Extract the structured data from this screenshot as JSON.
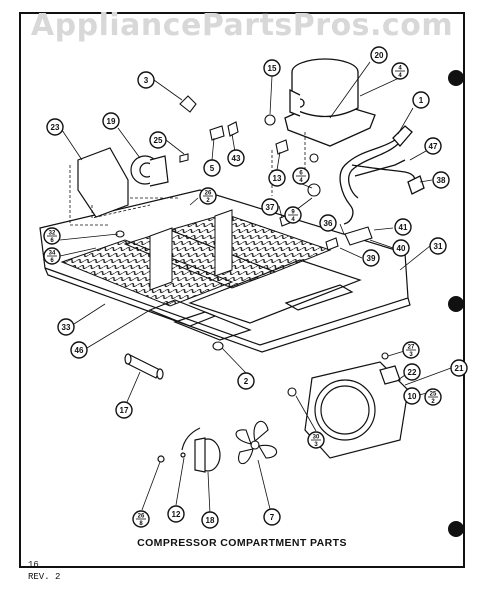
{
  "watermark": "AppliancePartsPros.com",
  "caption": "COMPRESSOR COMPARTMENT PARTS",
  "page_number": "16",
  "revision": "REV. 2",
  "callouts": [
    {
      "id": "c3",
      "label": "3"
    },
    {
      "id": "c15",
      "label": "15"
    },
    {
      "id": "c20",
      "label": "20"
    },
    {
      "id": "c4_4",
      "num": "4",
      "den": "4"
    },
    {
      "id": "c1",
      "label": "1"
    },
    {
      "id": "c23",
      "label": "23"
    },
    {
      "id": "c19",
      "label": "19"
    },
    {
      "id": "c25",
      "label": "25"
    },
    {
      "id": "c5",
      "label": "5"
    },
    {
      "id": "c43",
      "label": "43"
    },
    {
      "id": "c13",
      "label": "13"
    },
    {
      "id": "c6_4",
      "num": "6",
      "den": "4"
    },
    {
      "id": "c47",
      "label": "47"
    },
    {
      "id": "c38",
      "label": "38"
    },
    {
      "id": "c26_2",
      "num": "26",
      "den": "2"
    },
    {
      "id": "c37",
      "label": "37"
    },
    {
      "id": "c9_4",
      "num": "9",
      "den": "4"
    },
    {
      "id": "c36",
      "label": "36"
    },
    {
      "id": "c41",
      "label": "41"
    },
    {
      "id": "c32_6",
      "num": "32",
      "den": "6"
    },
    {
      "id": "c34_6",
      "num": "34",
      "den": "6"
    },
    {
      "id": "c40",
      "label": "40"
    },
    {
      "id": "c31",
      "label": "31"
    },
    {
      "id": "c39",
      "label": "39"
    },
    {
      "id": "c33",
      "label": "33"
    },
    {
      "id": "c46",
      "label": "46"
    },
    {
      "id": "c27_3",
      "num": "27",
      "den": "3"
    },
    {
      "id": "c2",
      "label": "2"
    },
    {
      "id": "c22",
      "label": "22"
    },
    {
      "id": "c21",
      "label": "21"
    },
    {
      "id": "c10",
      "label": "10"
    },
    {
      "id": "c25_2",
      "num": "25",
      "den": "2"
    },
    {
      "id": "c17",
      "label": "17"
    },
    {
      "id": "c30_3",
      "num": "30",
      "den": "3"
    },
    {
      "id": "c26_8",
      "num": "26",
      "den": "8"
    },
    {
      "id": "c12",
      "label": "12"
    },
    {
      "id": "c18",
      "label": "18"
    },
    {
      "id": "c7",
      "label": "7"
    }
  ]
}
